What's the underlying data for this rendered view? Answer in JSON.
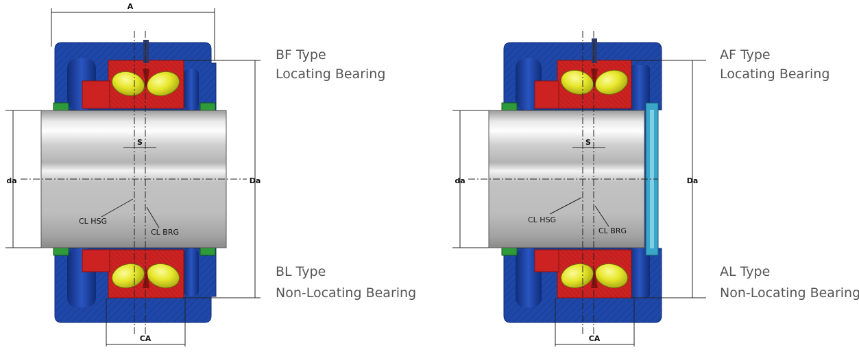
{
  "colors": {
    "housing": "#1e47a8",
    "housing_dark": "#0d2a70",
    "housing_cavity": "#1a3b8f",
    "bearing_ring": "#cc2222",
    "bearing_ring_dark": "#8a1010",
    "roller": "#e6e62a",
    "roller_dark": "#a8a814",
    "seal": "#2e9a3a",
    "shaft_light": "#f2f2f2",
    "shaft_mid": "#c8c8c8",
    "shaft_dark": "#8d8d8d",
    "end_cover": "#3aa6c8",
    "caption": "#555555"
  },
  "left_assembly": {
    "top_caption": {
      "type": "BF Type",
      "desc": "Locating Bearing"
    },
    "bottom_caption": {
      "type": "BL Type",
      "desc": "Non-Locating Bearing"
    },
    "dims": {
      "A": "A",
      "S": "S",
      "da": "da",
      "Da": "Da",
      "CA": "CA"
    },
    "centerlines": {
      "housing": "CL HSG",
      "bearing": "CL BRG"
    }
  },
  "right_assembly": {
    "top_caption": {
      "type": "AF Type",
      "desc": "Locating Bearing"
    },
    "bottom_caption": {
      "type": "AL Type",
      "desc": "Non-Locating Bearing"
    },
    "dims": {
      "S": "S",
      "da": "da",
      "Da": "Da",
      "CA": "CA"
    },
    "centerlines": {
      "housing": "CL HSG",
      "bearing": "CL BRG"
    }
  }
}
